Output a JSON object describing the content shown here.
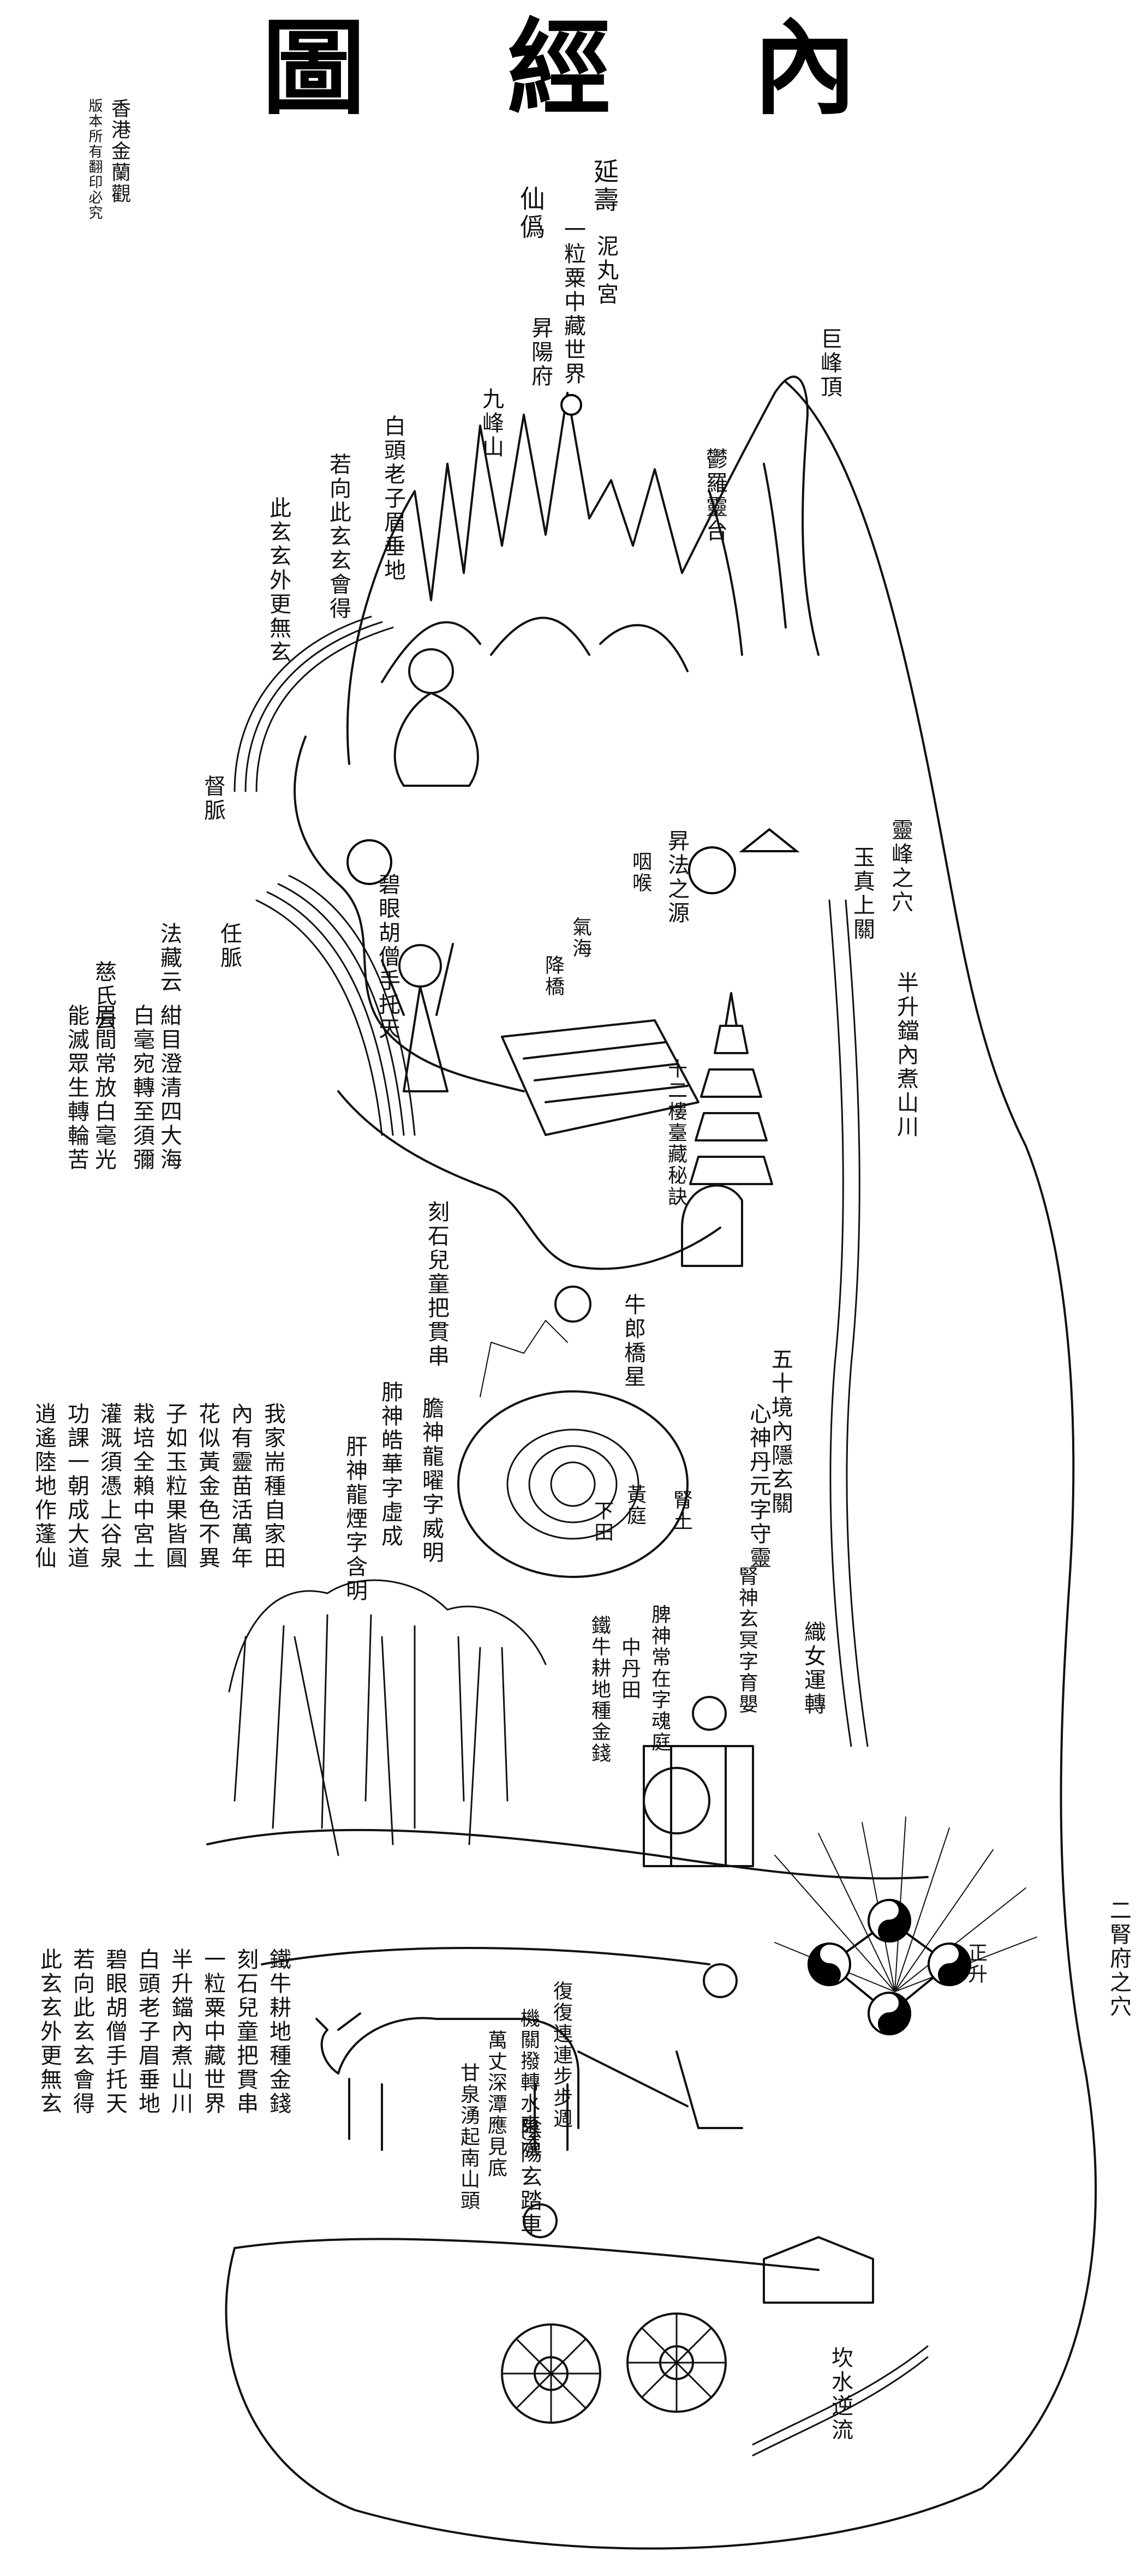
{
  "title": {
    "chars": [
      "圖",
      "經",
      "內"
    ]
  },
  "publisher": {
    "main": "香港金蘭觀",
    "sub": "版本所有翻印必究"
  },
  "labels": {
    "yanshou": "延壽",
    "xianwei": "仙僞",
    "niwangong": "泥丸宮",
    "yili": "一粒粟中藏世界",
    "shengyang": "昇陽府",
    "jufeng": "巨峰頂",
    "jiufeng": "九峰山",
    "yuluo": "鬱羅靈台",
    "baitou": "白頭老子眉垂地",
    "ruoxiang": "若向此玄玄會得",
    "cixuan": "此玄玄外更無玄",
    "shenmai": "督脈",
    "lingfeng": "靈峰之穴",
    "yuzhen": "玉真上關",
    "shengfa": "昇法之源",
    "yanyan": "咽喉",
    "biyan": "碧眼胡僧手托天",
    "renmai": "任脈",
    "qishen": "氣海",
    "jiangqiao": "降橋",
    "shier": "十二樓臺藏秘訣",
    "bansheng": "半升鐺內煮山川",
    "fazang": "法藏云",
    "ciyun": "慈氏云",
    "zimu": "紺目澄清四大海",
    "baihao": "白毫宛轉至須彌",
    "meijian": "眉間常放白毫光",
    "nengmie": "能滅眾生轉輪苦",
    "keshi": "刻石兒童把貫串",
    "niulang": "牛郎橋星",
    "wushi": "五十境內隱玄關",
    "xinshen": "心神丹元字守靈",
    "feishen": "肺神皓華字虛成",
    "ganshen": "肝神龍煙字含明",
    "danshen": "膽神龍曜字威明",
    "xiatian": "下田",
    "huangting": "黃庭",
    "shentu": "腎土",
    "wojia": "我家耑種自家田",
    "neiyou": "內有靈苗活萬年",
    "huasi": "花似黃金色不異",
    "zisi": "子如玉粒果皆圓",
    "zaipei": "栽培全賴中宮土",
    "guangai": "灌溉須憑上谷泉",
    "gongke": "功課一朝成大道",
    "xiaoyao": "逍遙陸地作蓬仙",
    "pishen": "脾神常在字魂庭",
    "zhongdan": "中丹田",
    "tieniu": "鐵牛耕地種金錢",
    "shenshen": "腎神玄冥字育嬰",
    "zhinu": "織女運轉",
    "shenfu": "二腎府之穴",
    "shengfu": "正升",
    "yinyang": "陰陽玄踏車",
    "fufu": "復復連連步步週",
    "jiguan": "機關撥轉水東流",
    "wanzhang": "萬丈深潭應見底",
    "ganquan": "甘泉湧起南山頭",
    "kanshui": "坎水逆流",
    "poem_bottom": [
      "鐵牛耕地種金錢",
      "刻石兒童把貫串",
      "一粒粟中藏世界",
      "半升鐺內煮山川",
      "白頭老子眉垂地",
      "碧眼胡僧手托天",
      "若向此玄玄會得",
      "此玄玄外更無玄"
    ]
  }
}
